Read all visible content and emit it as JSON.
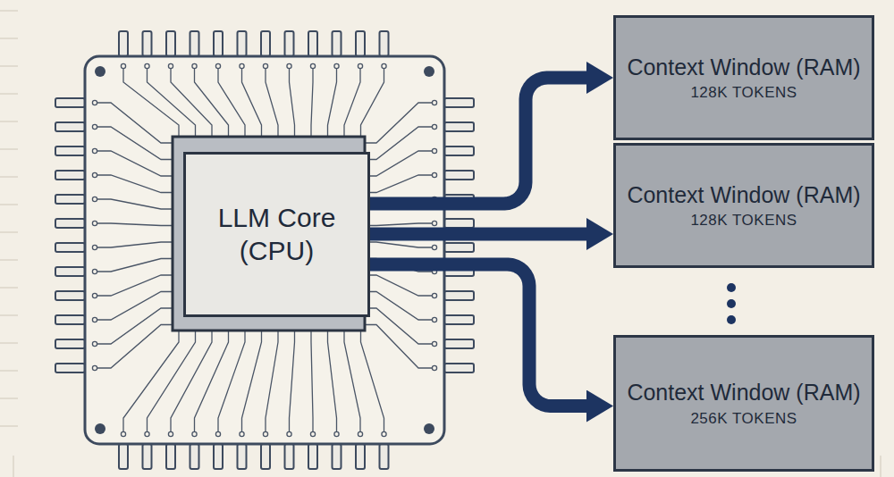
{
  "diagram": {
    "nodes": [
      {
        "text": [
          "LLM Core (CPU)"
        ]
      },
      {
        "text": [
          "Context Window (RAM)",
          "128K TOKENS"
        ]
      },
      {
        "text": [
          "Context Window (RAM)",
          "128K TOKENS"
        ]
      },
      {
        "text": [
          "Context Window (RAM)",
          "256K TOKENS"
        ]
      }
    ],
    "edges": [
      {
        "from": 0,
        "to": 1,
        "arrow": "to"
      },
      {
        "from": 0,
        "to": 2,
        "arrow": "to"
      },
      {
        "from": 0,
        "to": 3,
        "arrow": "to"
      }
    ]
  }
}
